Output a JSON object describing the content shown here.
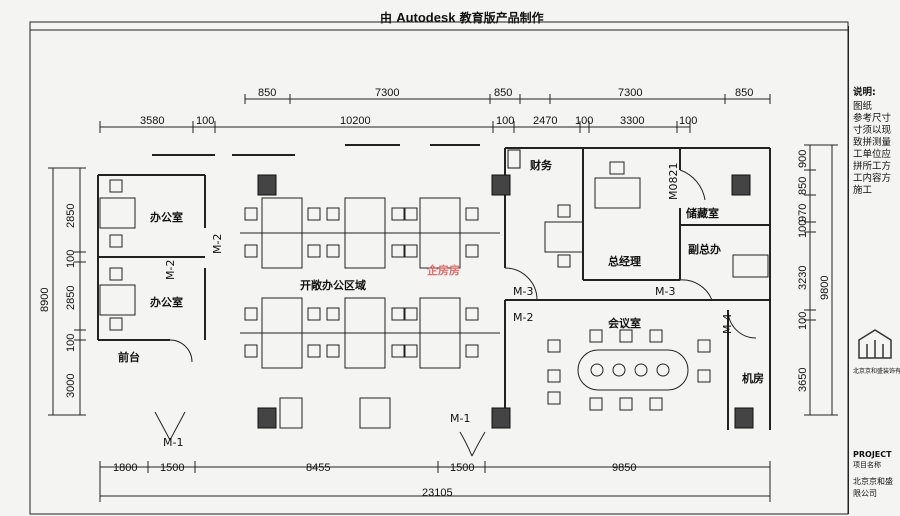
{
  "header": {
    "prefix": "由",
    "brand": "Autodesk",
    "suffix": "教育版产品制作"
  },
  "dimensions": {
    "top_row1": [
      "850",
      "7300",
      "850",
      "850",
      "7300",
      "850"
    ],
    "top_row2": [
      "3580",
      "100",
      "10200",
      "100",
      "2470",
      "100",
      "3300",
      "100"
    ],
    "left_total": "8900",
    "left_parts": [
      "2850",
      "100",
      "2850",
      "100",
      "3000"
    ],
    "right_total": "9800",
    "right_parts": [
      "900",
      "850",
      "970",
      "100",
      "3230",
      "100",
      "3650"
    ],
    "bottom_parts": [
      "1800",
      "1500",
      "8455",
      "1500",
      "9850"
    ],
    "bottom_total": "23105"
  },
  "rooms": {
    "office_a": "办公室",
    "office_b": "办公室",
    "open_office": "开敞办公区域",
    "reception": "前台",
    "finance": "财务",
    "gm": "总经理",
    "storage": "储藏室",
    "deputy": "副总办",
    "meeting": "会议室",
    "machine": "机房"
  },
  "doors": {
    "m2_a": "M-2",
    "m2_b": "M-2",
    "m3_a": "M-3",
    "m3_b": "M-3",
    "m2_c": "M-2",
    "m4": "M-4",
    "m1_a": "M-1",
    "m1_b": "M-1",
    "m0821": "M0821"
  },
  "notes": {
    "title": "说明:",
    "lines": [
      "图纸",
      "参考尺寸",
      "寸须以现",
      "致拼测量",
      "工单位应",
      "拼所工方",
      "工内容方",
      "施工"
    ]
  },
  "title_block": {
    "project": "PROJECT",
    "project_cn": "项目名称",
    "company": "北京京和盛",
    "company2": "限公司",
    "logo_caption": "北京京和盛装饰有限公司"
  },
  "watermark": "企房房"
}
